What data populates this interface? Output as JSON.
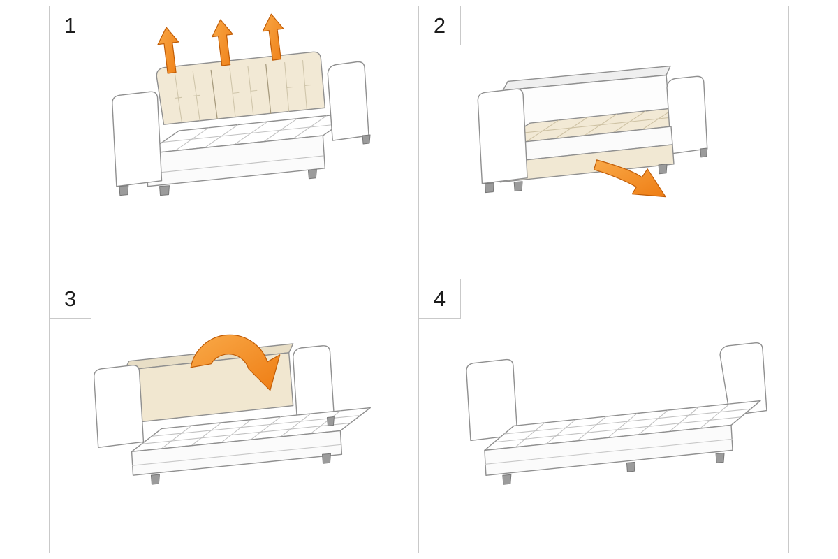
{
  "panels": [
    {
      "number": "1",
      "icon": "three-up-arrows",
      "illustration": "sofa-lift-back-cushions"
    },
    {
      "number": "2",
      "icon": "pull-out-down-arrow",
      "illustration": "sofa-pull-base-forward"
    },
    {
      "number": "3",
      "icon": "fold-over-curved-arrow",
      "illustration": "sofa-fold-backrest-down"
    },
    {
      "number": "4",
      "icon": "none",
      "illustration": "sofa-bed-flat"
    }
  ],
  "colors": {
    "accent_orange": "#ee7d14",
    "accent_orange_light": "#f9a948",
    "accent_orange_dark": "#c05c06",
    "line_gray": "#8f8f8f",
    "grid_border": "#c9c9c9",
    "cushion_cream": "#f2e9d5"
  }
}
